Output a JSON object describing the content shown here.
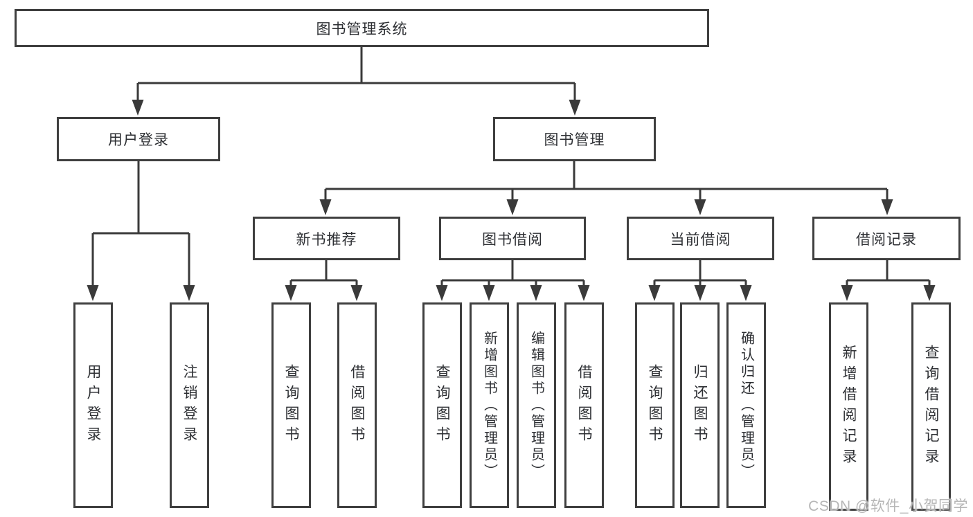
{
  "colors": {
    "line": "#3a3a3a",
    "box_border": "#3f3f3f",
    "text": "#2d2f33",
    "watermark": "#b2b2b2",
    "background": "#ffffff"
  },
  "watermark": {
    "text": "CSDN @软件_小贺同学"
  },
  "diagram": {
    "type": "hierarchy-tree",
    "root": {
      "label": "图书管理系统"
    },
    "branches": [
      {
        "label": "用户登录",
        "children": [
          {
            "label": "用户登录"
          },
          {
            "label": "注销登录"
          }
        ]
      },
      {
        "label": "图书管理",
        "children": [
          {
            "label": "新书推荐",
            "children": [
              {
                "label": "查询图书"
              },
              {
                "label": "借阅图书"
              }
            ]
          },
          {
            "label": "图书借阅",
            "children": [
              {
                "label": "查询图书"
              },
              {
                "label": "新增图书（管理员）"
              },
              {
                "label": "编辑图书（管理员）"
              },
              {
                "label": "借阅图书"
              }
            ]
          },
          {
            "label": "当前借阅",
            "children": [
              {
                "label": "查询图书"
              },
              {
                "label": "归还图书"
              },
              {
                "label": "确认归还（管理员）"
              }
            ]
          },
          {
            "label": "借阅记录",
            "children": [
              {
                "label": "新增借阅记录"
              },
              {
                "label": "查询借阅记录"
              }
            ]
          }
        ]
      }
    ]
  }
}
